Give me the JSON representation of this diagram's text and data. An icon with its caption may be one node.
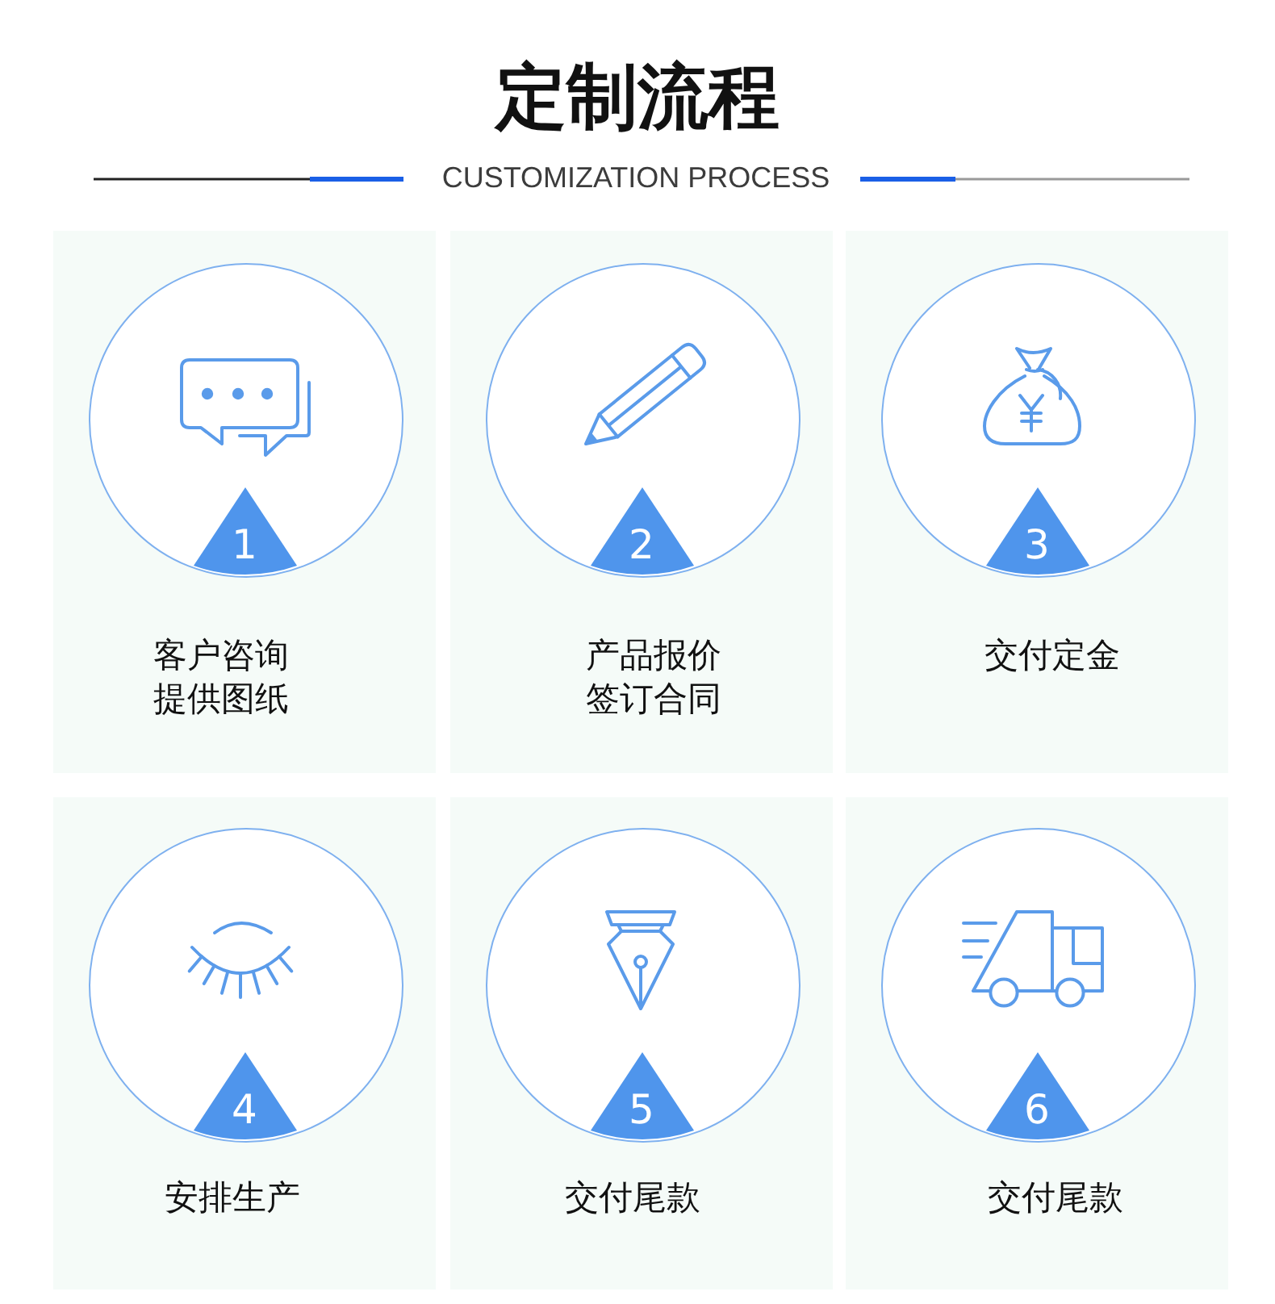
{
  "diagram": {
    "title": "定制流程",
    "nodes": [
      {
        "text": [
          "客户咨询提供图纸"
        ]
      },
      {
        "text": [],
        "shape": "circle",
        "in": 0
      },
      {
        "text": [
          "1"
        ],
        "in": 1
      },
      {
        "text": [
          "产品报价签订合同"
        ]
      },
      {
        "text": [],
        "shape": "circle",
        "in": 3
      },
      {
        "text": [
          "2"
        ],
        "in": 4
      },
      {
        "text": [
          "交付定金"
        ]
      },
      {
        "text": [],
        "shape": "circle",
        "in": 6
      },
      {
        "text": [
          "3"
        ],
        "in": 7
      },
      {
        "text": [
          "安排生产"
        ]
      },
      {
        "text": [],
        "shape": "circle",
        "in": 9
      },
      {
        "text": [
          "4"
        ],
        "in": 10
      },
      {
        "text": [
          "交付尾款"
        ]
      },
      {
        "text": [],
        "shape": "circle",
        "in": 12
      },
      {
        "text": [
          "5"
        ],
        "in": 13
      },
      {
        "text": [
          "交付尾款"
        ]
      },
      {
        "text": [],
        "shape": "circle",
        "in": 15
      },
      {
        "text": [
          "6"
        ],
        "in": 16
      }
    ],
    "labels": [
      "CUSTOMIZATION PROCESS"
    ]
  }
}
